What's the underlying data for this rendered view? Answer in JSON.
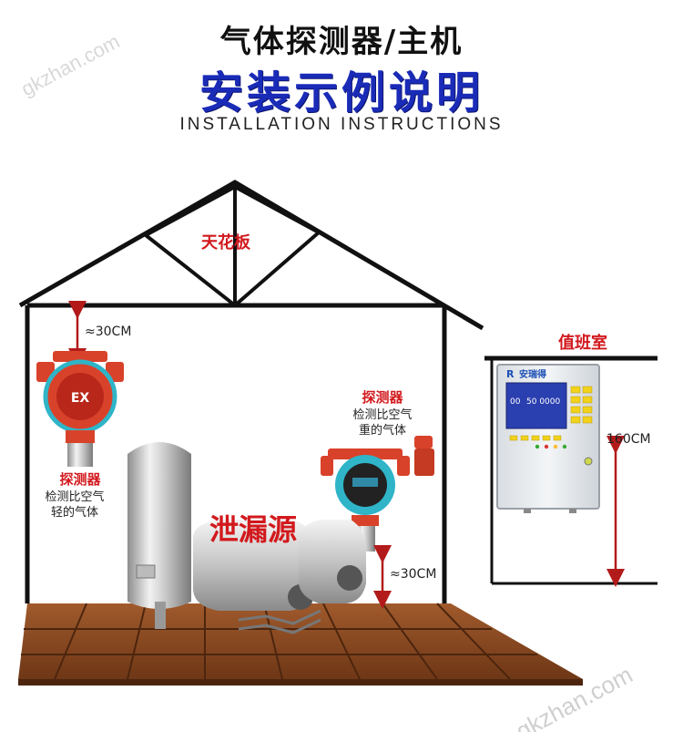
{
  "header": {
    "title_main": "气体探测器/主机",
    "title_sub": "安装示例说明",
    "title_en": "INSTALLATION INSTRUCTIONS"
  },
  "labels": {
    "ceiling": "天花板",
    "top_distance": "≈30CM",
    "bottom_distance": "≈30CM",
    "leak_source": "泄漏源",
    "duty_room": "值班室",
    "controller_height": "160CM",
    "detector_left_title": "探测器",
    "detector_left_desc_1": "检测比空气",
    "detector_left_desc_2": "轻的气体",
    "detector_right_title": "探测器",
    "detector_right_desc_1": "检测比空气",
    "detector_right_desc_2": "重的气体",
    "brand": "安瑞得",
    "detector_badge": "EX",
    "lcd_reading": "50 0000",
    "lcd_value": "00"
  },
  "watermarks": [
    "gkzhan.com",
    "gkzhan.com"
  ],
  "colors": {
    "title_blue": "#1a2bb8",
    "label_red": "#d2191d",
    "arrow_red": "#b31b1b",
    "detector_red": "#d9422a",
    "detector_cyan": "#2fb4c8",
    "lcd_blue": "#2a3fb0",
    "key_yellow": "#f2d21a",
    "wood_brown": "#8a4a22"
  }
}
